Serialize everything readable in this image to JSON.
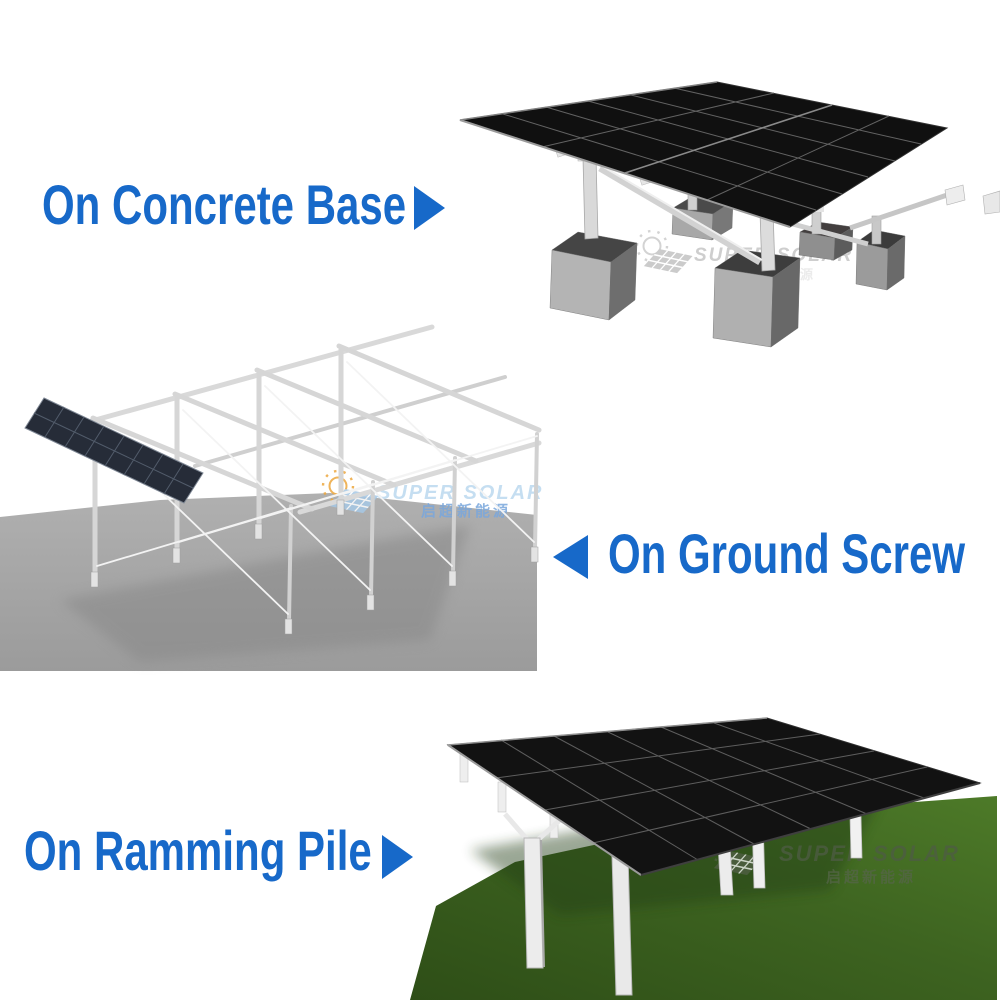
{
  "page": {
    "background": "#ffffff"
  },
  "colors": {
    "accent_blue": "#1769C9",
    "panel_black": "#121212",
    "concrete_gray": "#b2b2b2",
    "ground_gray": "#a6a6a6",
    "grass_green": "#3f6420",
    "aluminum": "#d8d8d8"
  },
  "sections": {
    "concrete_base": {
      "label": "On Concrete Base",
      "arrow_direction": "right"
    },
    "ground_screw": {
      "label": "On Ground Screw",
      "arrow_direction": "left"
    },
    "ramming_pile": {
      "label": "On Ramming Pile",
      "arrow_direction": "right"
    }
  },
  "watermark": {
    "brand": "SUPER SOLAR",
    "brand_cn": "启超新能源"
  }
}
